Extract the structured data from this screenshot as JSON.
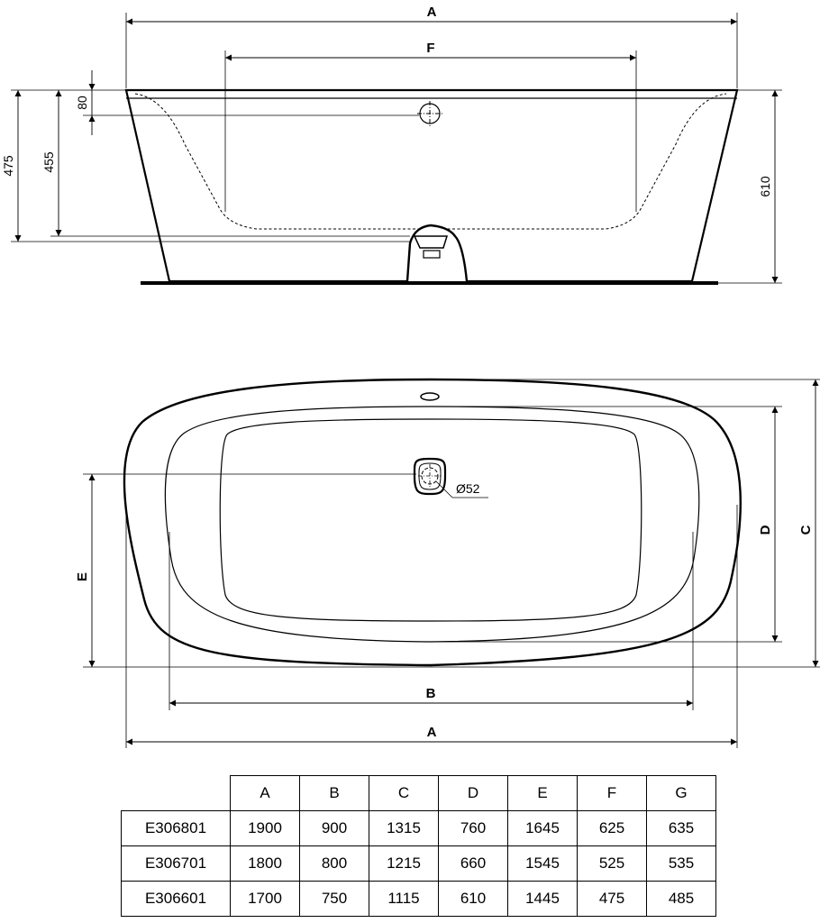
{
  "side_view": {
    "dim_A": "A",
    "dim_F": "F",
    "dim_80": "80",
    "dim_475": "475",
    "dim_455": "455",
    "dim_610": "610"
  },
  "top_view": {
    "dim_A": "A",
    "dim_B": "B",
    "dim_C": "C",
    "dim_D": "D",
    "dim_E": "E",
    "dim_diameter": "Ø52"
  },
  "table": {
    "headers": [
      "A",
      "B",
      "C",
      "D",
      "E",
      "F",
      "G"
    ],
    "rows": [
      {
        "code": "E306801",
        "values": [
          "1900",
          "900",
          "1315",
          "760",
          "1645",
          "625",
          "635"
        ]
      },
      {
        "code": "E306701",
        "values": [
          "1800",
          "800",
          "1215",
          "660",
          "1545",
          "525",
          "535"
        ]
      },
      {
        "code": "E306601",
        "values": [
          "1700",
          "750",
          "1115",
          "610",
          "1445",
          "475",
          "485"
        ]
      }
    ]
  }
}
